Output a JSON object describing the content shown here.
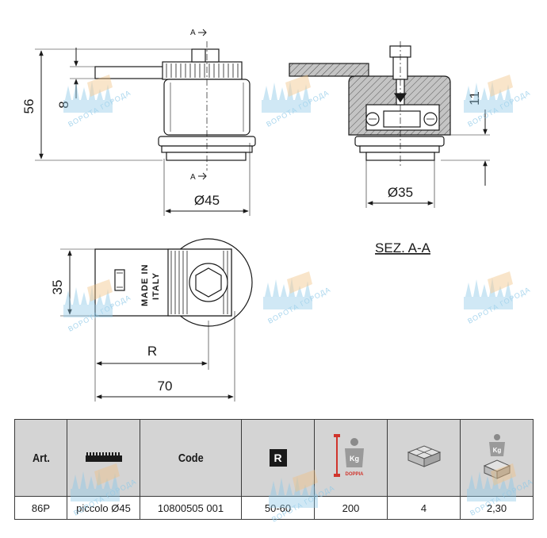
{
  "dimensions": {
    "height_total": "56",
    "height_plate": "8",
    "diameter_outer": "Ø45",
    "diameter_inner": "Ø35",
    "section_height": "11",
    "width_top": "35",
    "radius": "R",
    "length_total": "70"
  },
  "section_marks": {
    "top": "A",
    "bottom": "A"
  },
  "section_title": "SEZ. A-A",
  "plate_marking": {
    "line1": "MADE IN",
    "line2": "ITALY"
  },
  "watermark": {
    "text": "ВОРОТА ГОРОДА"
  },
  "table": {
    "headers": {
      "art": "Art.",
      "rack": "rack-icon",
      "code": "Code",
      "r": "R",
      "load": "kg-weight-double-icon",
      "pack": "box-pack-icon",
      "weight": "kg-weight-box-icon"
    },
    "load_icon_labels": {
      "kg": "Kg",
      "doppia": "DOPPIA"
    },
    "weight_icon_label": "Kg",
    "row": {
      "art": "86P",
      "type": "piccolo Ø45",
      "code": "10800505 001",
      "r": "50-60",
      "load": "200",
      "pack": "4",
      "weight": "2,30"
    }
  },
  "colors": {
    "line": "#1a1a1a",
    "hatch_fill": "#bdbdbd",
    "header_bg": "#d4d4d4",
    "watermark_blue": "#8cc8e8",
    "watermark_orange": "#f0c080",
    "accent_red": "#d0342c"
  }
}
